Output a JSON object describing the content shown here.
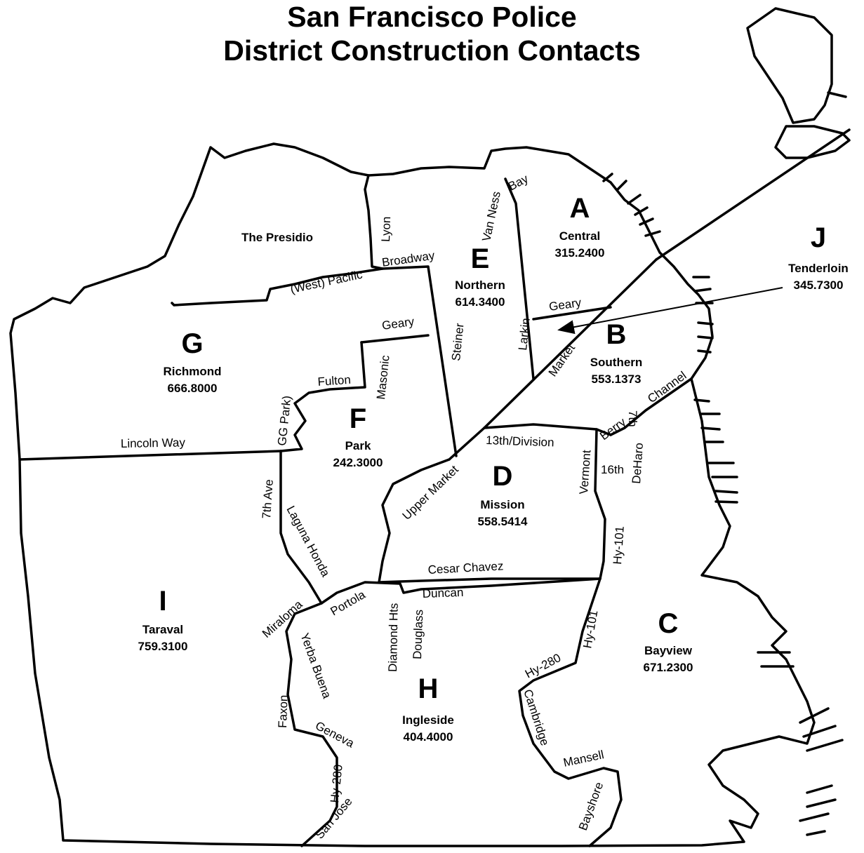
{
  "map": {
    "title_line1": "San Francisco Police",
    "title_line2": "District Construction Contacts",
    "colors": {
      "ink": "#000000",
      "background": "#ffffff"
    }
  },
  "districts": [
    {
      "id": "a",
      "letter": "A",
      "name": "Central",
      "phone": "315.2400"
    },
    {
      "id": "b",
      "letter": "B",
      "name": "Southern",
      "phone": "553.1373"
    },
    {
      "id": "c",
      "letter": "C",
      "name": "Bayview",
      "phone": "671.2300"
    },
    {
      "id": "d",
      "letter": "D",
      "name": "Mission",
      "phone": "558.5414"
    },
    {
      "id": "e",
      "letter": "E",
      "name": "Northern",
      "phone": "614.3400"
    },
    {
      "id": "f",
      "letter": "F",
      "name": "Park",
      "phone": "242.3000"
    },
    {
      "id": "g",
      "letter": "G",
      "name": "Richmond",
      "phone": "666.8000"
    },
    {
      "id": "h",
      "letter": "H",
      "name": "Ingleside",
      "phone": "404.4000"
    },
    {
      "id": "i",
      "letter": "I",
      "name": "Taraval",
      "phone": "759.3100"
    },
    {
      "id": "j",
      "letter": "J",
      "name": "Tenderloin",
      "phone": "345.7300"
    }
  ],
  "areas": {
    "presidio": "The Presidio"
  },
  "streets": {
    "bay": "Bay",
    "van_ness": "Van Ness",
    "lyon": "Lyon",
    "broadway": "Broadway",
    "west_pacific": "(West) Pacific",
    "geary_east": "Geary",
    "geary_west": "Geary",
    "steiner": "Steiner",
    "larkin": "Larkin",
    "market": "Market",
    "masonic": "Masonic",
    "fulton": "Fulton",
    "gg_park": "GG Park)",
    "lincoln_way": "Lincoln Way",
    "channel": "Channel",
    "seventh": "7th",
    "berry": "Berry",
    "thirteenth_division": "13th/Division",
    "vermont": "Vermont",
    "sixteenth": "16th",
    "deharo": "DeHaro",
    "upper_market": "Upper Market",
    "seventh_ave": "7th Ave",
    "laguna_honda": "Laguna Honda",
    "hy101_upper": "Hy-101",
    "cesar_chavez": "Cesar Chavez",
    "duncan": "Duncan",
    "portola": "Portola",
    "miraloma": "Miraloma",
    "diamond_hts": "Diamond Hts",
    "douglass": "Douglass",
    "hy101_lower": "Hy-101",
    "yerba_buena": "Yerba Buena",
    "hy280_east": "Hy-280",
    "cambridge": "Cambridge",
    "faxon": "Faxon",
    "geneva": "Geneva",
    "hy280_west": "Hy-280",
    "mansell": "Mansell",
    "san_jose": "San Jose",
    "bayshore": "Bayshore"
  }
}
